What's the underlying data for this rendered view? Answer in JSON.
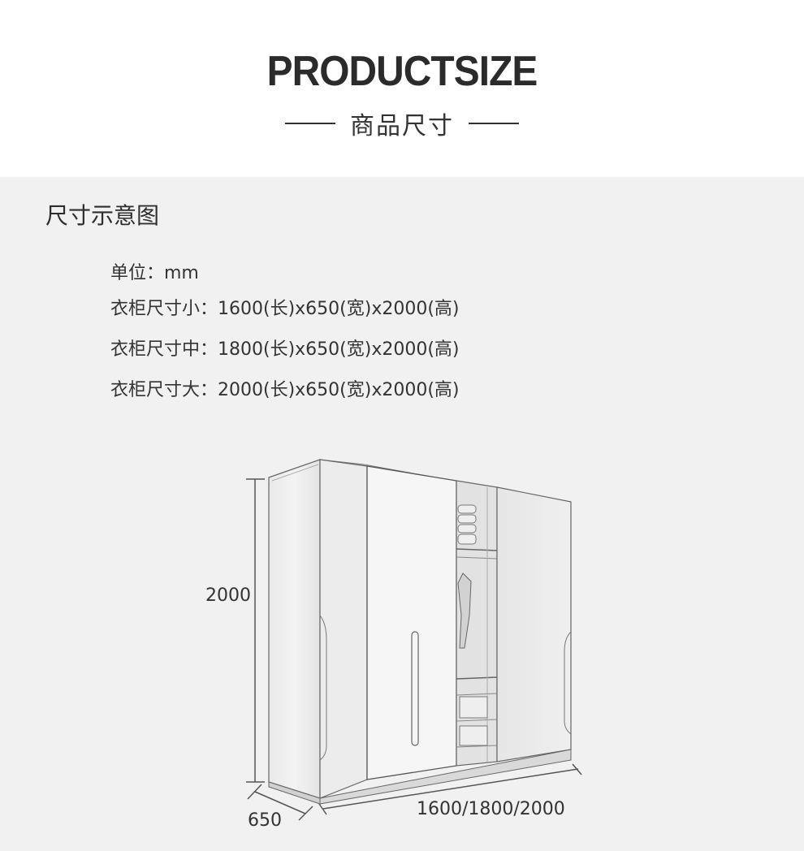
{
  "header": {
    "title": "PRODUCTSIZE",
    "subtitle": "商品尺寸"
  },
  "section": {
    "title": "尺寸示意图"
  },
  "specs": {
    "unit": "单位：mm",
    "small": "衣柜尺寸小：1600(长)x650(宽)x2000(高)",
    "medium": "衣柜尺寸中：1800(长)x650(宽)x2000(高)",
    "large": "衣柜尺寸大：2000(长)x650(宽)x2000(高)"
  },
  "diagram": {
    "height_label": "2000",
    "depth_label": "650",
    "width_label": "1600/1800/2000"
  },
  "colors": {
    "panel_background": "#f1f1f1",
    "text": "#333333",
    "line": "#555555"
  }
}
